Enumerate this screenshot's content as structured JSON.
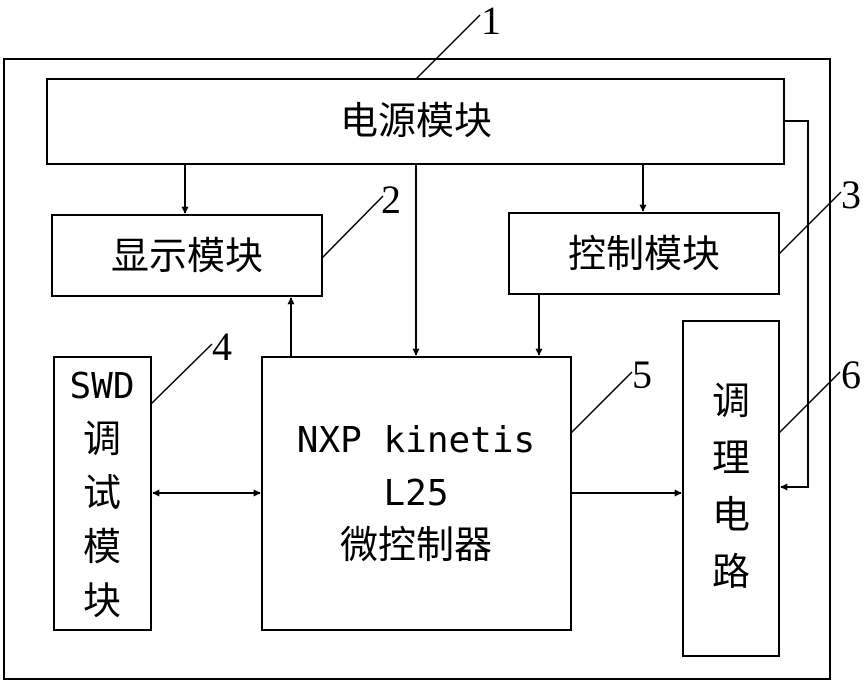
{
  "modules": {
    "power": "电源模块",
    "display": "显示模块",
    "control": "控制模块",
    "swd": [
      "SWD",
      "调",
      "试",
      "模",
      "块"
    ],
    "mcu": [
      "NXP kinetis",
      "L25",
      "微控制器"
    ],
    "conditioning": [
      "调",
      "理",
      "电",
      "路"
    ]
  },
  "callouts": [
    "1",
    "2",
    "3",
    "4",
    "5",
    "6"
  ]
}
